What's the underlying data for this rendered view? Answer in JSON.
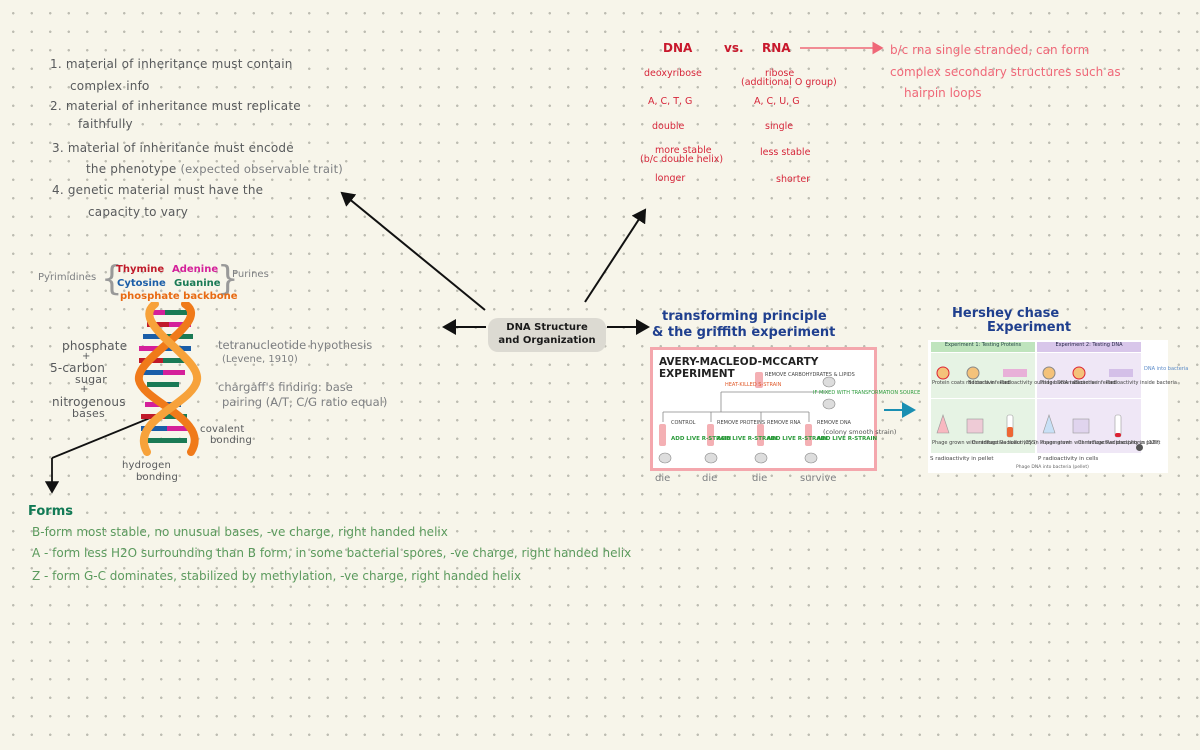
{
  "center": {
    "line1": "DNA Structure",
    "line2": "and Organization"
  },
  "criteria": [
    {
      "l1": "1. material of inheritance must contain",
      "l2": "complex info"
    },
    {
      "l1": "2. material of inheritance must replicate",
      "l2": "faithfully"
    },
    {
      "l1": "3. material of inheritance must encode",
      "l2": "the phenotype",
      "l2b": "(expected observable trait)"
    },
    {
      "l1": "4. genetic material must have the",
      "l2": "capacity to vary"
    }
  ],
  "compare": {
    "dna": "DNA",
    "vs": "vs.",
    "rna": "RNA",
    "note1": "b/c rna single stranded, can form",
    "note2": "complex secondary structures such as",
    "note3": "hairpin loops",
    "dna_items": [
      "deoxyribose",
      "A, C, T, G",
      "double",
      "more stable",
      "(b/c double helix)",
      "longer"
    ],
    "rna_items": [
      "ribose",
      "(additional O group)",
      "A, C, U, G",
      "single",
      "less stable",
      "shorter"
    ]
  },
  "helix": {
    "pyrimidines": "Pyrimidines",
    "purines": "Purines",
    "thymine": "Thymine",
    "adenine": "Adenine",
    "cytosine": "Cytosine",
    "guanine": "Guanine",
    "backbone": "phosphate backbone",
    "nucl1": "phosphate",
    "nucl2": "+",
    "nucl3": "5-carbon",
    "nucl4": "sugar",
    "nucl5": "+",
    "nucl6": "nitrogenous",
    "nucl7": "bases",
    "tetra1": "tetranucleotide hypothesis",
    "tetra2": "(Levene, 1910)",
    "charg1": "chargaff's finding: base",
    "charg2": "pairing (A/T, C/G ratio equal)",
    "cov1": "covalent",
    "cov2": "bonding",
    "hyd1": "hydrogen",
    "hyd2": "bonding"
  },
  "forms": {
    "title": "Forms",
    "b": "B-form  most stable, no unusual bases, -ve charge, right handed helix",
    "a": "A - form  less H2O surrounding than B form, in some bacterial spores, -ve charge, right handed helix",
    "z": "Z - form  G-C dominates, stabilized by methylation, -ve charge, right handed helix"
  },
  "transform": {
    "l1": "transforming principle",
    "l2": "& the griffith experiment"
  },
  "amc": {
    "title": "AVERY-MACLEOD-MCCARTY EXPERIMENT",
    "labels": [
      "HEAT-KILLED S-STRAIN",
      "REMOVE CARBOHYDRATES & LIPIDS",
      "IF MIXED WITH TRANSFORMATION SOURCE",
      "CONTROL",
      "REMOVE PROTEINS",
      "REMOVE RNA",
      "REMOVE DNA"
    ],
    "outcomes": [
      "die",
      "die",
      "die",
      "survive"
    ],
    "annot": "(colony smooth strain)",
    "green_label": "ADD LIVE R-STRAIN"
  },
  "hershey": {
    "title1": "Hershey chase",
    "title2": "Experiment",
    "exp1": "Experiment 1: Testing Proteins",
    "exp2": "Experiment 2: Testing DNA",
    "r1": [
      "Protein coats radioactive",
      "Bacteria infected",
      "Radioactivity outside bacteria"
    ],
    "r2": [
      "Phage grown with radioactive sulfur (35S)",
      "Centrifuge",
      "Radioactivity in supernatant"
    ],
    "r3": [
      "Phage DNA radioactive",
      "Bacteria infected",
      "Radioactivity inside bacteria"
    ],
    "r4": [
      "Phage grown with radioactive phosphorus (32P)",
      "Centrifuge",
      "Radioactivity in pellet"
    ],
    "side": "DNA into bacteria",
    "foot1": "S radioactivity in pellet",
    "foot2": "P radioactivity in cells",
    "foot3": "Phage DNA into bacteria (pellet)"
  },
  "colors": {
    "red": "#d6263a",
    "pink": "#ef6878",
    "navy": "#1f3f8e",
    "green": "#5b9a5d",
    "teal": "#1a8fb2",
    "orange": "#f07a1a"
  }
}
